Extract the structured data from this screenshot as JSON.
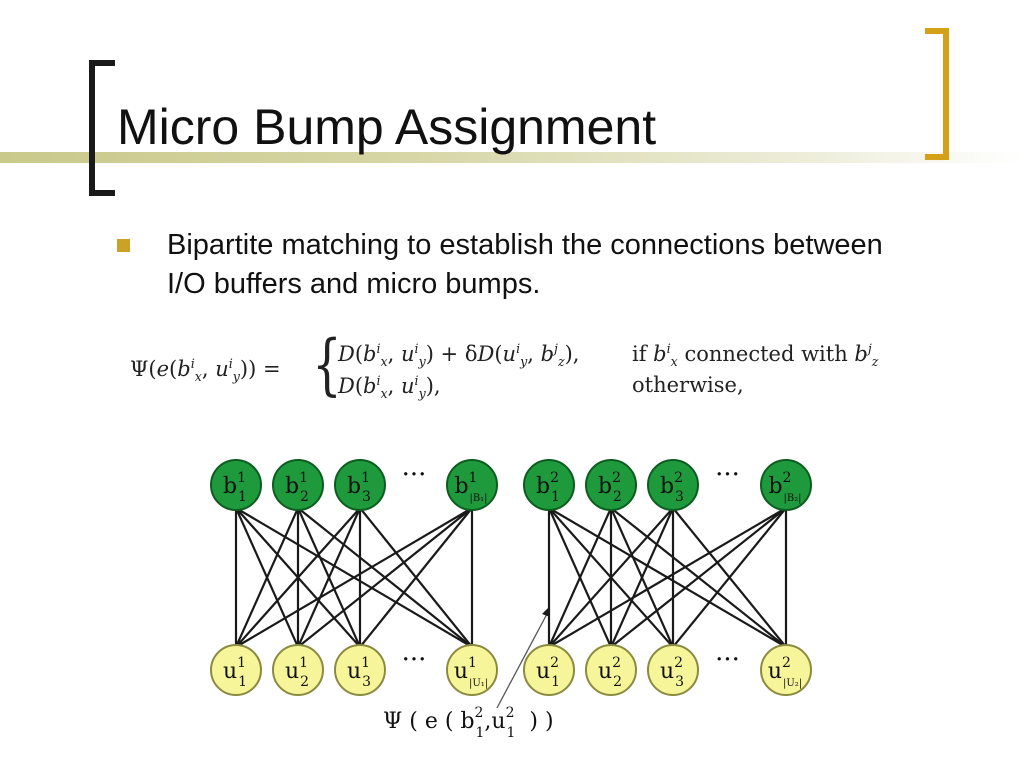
{
  "slide": {
    "title": "Micro Bump Assignment",
    "bullet": "Bipartite matching to establish the connections between I/O buffers and micro bumps."
  },
  "formula": {
    "lhs_html": "Ψ(<i>e</i>(<i>b</i><sup><i>i</i></sup><sub><i>x</i></sub>, <i>u</i><sup><i>i</i></sup><sub><i>y</i></sub>)) =",
    "case1_expr_html": "<i>D</i>(<i>b</i><sup><i>i</i></sup><sub><i>x</i></sub>, <i>u</i><sup><i>i</i></sup><sub><i>y</i></sub>) + δ<i>D</i>(<i>u</i><sup><i>i</i></sup><sub><i>y</i></sub>, <i>b</i><sup><i>j</i></sup><sub><i>z</i></sub>),",
    "case1_cond_html": "if <i>b</i><sup><i>i</i></sup><sub><i>x</i></sub> connected with <i>b</i><sup><i>j</i></sup><sub><i>z</i></sub>",
    "case2_expr_html": "<i>D</i>(<i>b</i><sup><i>i</i></sup><sub><i>x</i></sub>, <i>u</i><sup><i>i</i></sup><sub><i>y</i></sub>),",
    "case2_cond": "otherwise,"
  },
  "graph": {
    "colors": {
      "buffer_fill": "#1e9a3c",
      "buffer_stroke": "#0d5c20",
      "bump_fill": "#f7f59a",
      "bump_stroke": "#8a8a40",
      "edge": "#1a1a1a"
    },
    "ellipsis": "···",
    "groups": [
      {
        "buffers": [
          {
            "base": "b",
            "sup": "1",
            "sub": "1"
          },
          {
            "base": "b",
            "sup": "1",
            "sub": "2"
          },
          {
            "base": "b",
            "sup": "1",
            "sub": "3"
          },
          {
            "base": "b",
            "sup": "1",
            "sub": "|B₁|"
          }
        ],
        "bumps": [
          {
            "base": "u",
            "sup": "1",
            "sub": "1"
          },
          {
            "base": "u",
            "sup": "1",
            "sub": "2"
          },
          {
            "base": "u",
            "sup": "1",
            "sub": "3"
          },
          {
            "base": "u",
            "sup": "1",
            "sub": "|U₁|"
          }
        ],
        "edges": [
          [
            0,
            0
          ],
          [
            0,
            1
          ],
          [
            0,
            2
          ],
          [
            0,
            3
          ],
          [
            1,
            0
          ],
          [
            1,
            1
          ],
          [
            1,
            2
          ],
          [
            1,
            3
          ],
          [
            2,
            0
          ],
          [
            2,
            1
          ],
          [
            2,
            2
          ],
          [
            2,
            3
          ],
          [
            3,
            0
          ],
          [
            3,
            1
          ],
          [
            3,
            2
          ],
          [
            3,
            3
          ]
        ]
      },
      {
        "buffers": [
          {
            "base": "b",
            "sup": "2",
            "sub": "1"
          },
          {
            "base": "b",
            "sup": "2",
            "sub": "2"
          },
          {
            "base": "b",
            "sup": "2",
            "sub": "3"
          },
          {
            "base": "b",
            "sup": "2",
            "sub": "|B₂|"
          }
        ],
        "bumps": [
          {
            "base": "u",
            "sup": "2",
            "sub": "1"
          },
          {
            "base": "u",
            "sup": "2",
            "sub": "2"
          },
          {
            "base": "u",
            "sup": "2",
            "sub": "3"
          },
          {
            "base": "u",
            "sup": "2",
            "sub": "|U₂|"
          }
        ],
        "edges": [
          [
            0,
            0
          ],
          [
            0,
            1
          ],
          [
            0,
            2
          ],
          [
            0,
            3
          ],
          [
            1,
            0
          ],
          [
            1,
            1
          ],
          [
            1,
            2
          ],
          [
            1,
            3
          ],
          [
            2,
            0
          ],
          [
            2,
            1
          ],
          [
            2,
            2
          ],
          [
            2,
            3
          ],
          [
            3,
            0
          ],
          [
            3,
            1
          ],
          [
            3,
            2
          ],
          [
            3,
            3
          ]
        ]
      }
    ],
    "annotation": {
      "prefix": "Ψ ( e ( ",
      "b_base": "b",
      "b_sup": "2",
      "b_sub": "1",
      "separator": ",",
      "u_base": "u",
      "u_sup": "2",
      "u_sub": "1",
      "suffix": "  ) )"
    }
  }
}
